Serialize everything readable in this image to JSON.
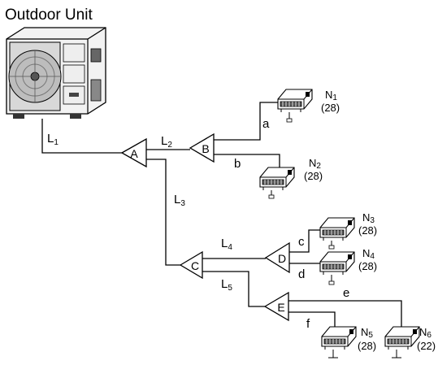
{
  "title": "Outdoor Unit",
  "branches": {
    "A": "A",
    "B": "B",
    "C": "C",
    "D": "D",
    "E": "E"
  },
  "pipes": {
    "L1": {
      "main": "L",
      "sub": "1"
    },
    "L2": {
      "main": "L",
      "sub": "2"
    },
    "L3": {
      "main": "L",
      "sub": "3"
    },
    "L4": {
      "main": "L",
      "sub": "4"
    },
    "L5": {
      "main": "L",
      "sub": "5"
    },
    "a": "a",
    "b": "b",
    "c": "c",
    "d": "d",
    "e": "e",
    "f": "f"
  },
  "indoor_units": [
    {
      "id": "N1",
      "main": "N",
      "sub": "1",
      "capacity": "(28)"
    },
    {
      "id": "N2",
      "main": "N",
      "sub": "2",
      "capacity": "(28)"
    },
    {
      "id": "N3",
      "main": "N",
      "sub": "3",
      "capacity": "(28)"
    },
    {
      "id": "N4",
      "main": "N",
      "sub": "4",
      "capacity": "(28)"
    },
    {
      "id": "N5",
      "main": "N",
      "sub": "5",
      "capacity": "(28)"
    },
    {
      "id": "N6",
      "main": "N",
      "sub": "6",
      "capacity": "(22)"
    }
  ]
}
